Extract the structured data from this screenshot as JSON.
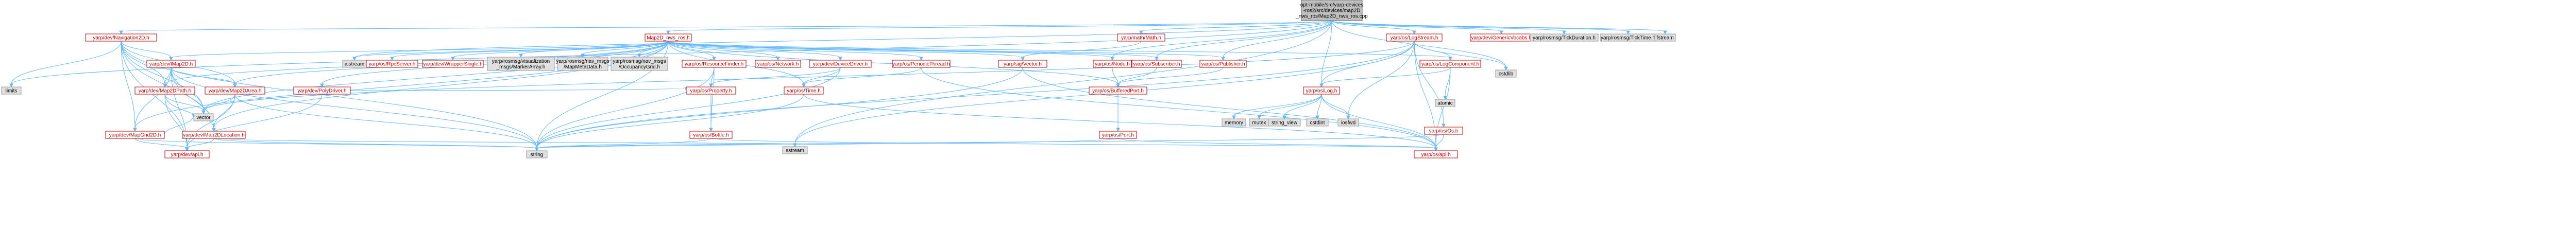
{
  "root": {
    "id": "root",
    "lines": [
      "opt-mobile/src/yarp-devices",
      "-ros2/src/devices/map2D",
      "_nws_ros/Map2D_nws_ros.cpp"
    ]
  },
  "nodes": [
    {
      "id": "limits",
      "label": "limits",
      "kind": "gray"
    },
    {
      "id": "nav2d",
      "label": "yarp/dev/Navigation2D.h",
      "kind": "red"
    },
    {
      "id": "map2dnwsros",
      "label": "Map2D_nws_ros.h",
      "kind": "red"
    },
    {
      "id": "rosmsgvector",
      "label": "yarp/math/Math.h",
      "kind": "red"
    },
    {
      "id": "logstream",
      "label": "yarp/os/LogStream.h",
      "kind": "red"
    },
    {
      "id": "genvocabs",
      "label": "yarp/dev/GenericVocabs.h",
      "kind": "red"
    },
    {
      "id": "cstdlib",
      "label": "cstdlib",
      "kind": "gray"
    },
    {
      "id": "ticktime_dur",
      "label": "yarp/rosmsg/TickDuration.h",
      "kind": "gray"
    },
    {
      "id": "ticktime",
      "label": "yarp/rosmsg/TickTime.h",
      "kind": "gray"
    },
    {
      "id": "fstream",
      "label": "fstream",
      "kind": "gray"
    },
    {
      "id": "imap2d",
      "label": "yarp/dev/IMap2D.h",
      "kind": "red"
    },
    {
      "id": "iostream",
      "label": "iostream",
      "kind": "gray"
    },
    {
      "id": "rpcserver",
      "label": "yarp/os/RpcServer.h",
      "kind": "red"
    },
    {
      "id": "wrappersingle",
      "label": "yarp/dev/WrapperSingle.h",
      "kind": "red"
    },
    {
      "id": "vizmarker",
      "label": [
        "yarp/rosmsg/visualization",
        "_msgs/MarkerArray.h"
      ],
      "kind": "gray"
    },
    {
      "id": "mapmeta",
      "label": [
        "yarp/rosmsg/nav_msgs",
        "/MapMetaData.h"
      ],
      "kind": "gray"
    },
    {
      "id": "occgrid",
      "label": [
        "yarp/rosmsg/nav_msgs",
        "/OccupancyGrid.h"
      ],
      "kind": "gray"
    },
    {
      "id": "resfinder",
      "label": "yarp/os/ResourceFinder.h",
      "kind": "red"
    },
    {
      "id": "network",
      "label": "yarp/os/Network.h",
      "kind": "red"
    },
    {
      "id": "devdriver",
      "label": "yarp/dev/DeviceDriver.h",
      "kind": "red"
    },
    {
      "id": "periodicthread",
      "label": "yarp/os/PeriodicThread.h",
      "kind": "red"
    },
    {
      "id": "sigvector",
      "label": "yarp/sig/Vector.h",
      "kind": "red"
    },
    {
      "id": "osnode",
      "label": "yarp/os/Node.h",
      "kind": "red"
    },
    {
      "id": "subscriber",
      "label": "yarp/os/Subscriber.h",
      "kind": "red"
    },
    {
      "id": "publisher",
      "label": "yarp/os/Publisher.h",
      "kind": "red"
    },
    {
      "id": "logcomponent",
      "label": "yarp/os/LogComponent.h",
      "kind": "red"
    },
    {
      "id": "map2dpath",
      "label": "yarp/dev/Map2DPath.h",
      "kind": "red"
    },
    {
      "id": "map2darea",
      "label": "yarp/dev/Map2DArea.h",
      "kind": "red"
    },
    {
      "id": "polydriver",
      "label": "yarp/dev/PolyDriver.h",
      "kind": "red"
    },
    {
      "id": "property",
      "label": "yarp/os/Property.h",
      "kind": "red"
    },
    {
      "id": "ostime",
      "label": "yarp/os/Time.h",
      "kind": "red"
    },
    {
      "id": "bufferedport",
      "label": "yarp/os/BufferedPort.h",
      "kind": "red"
    },
    {
      "id": "oslog",
      "label": "yarp/os/Log.h",
      "kind": "red"
    },
    {
      "id": "atomic",
      "label": "atomic",
      "kind": "gray"
    },
    {
      "id": "vector",
      "label": "vector",
      "kind": "gray"
    },
    {
      "id": "mapgrid",
      "label": "yarp/dev/MapGrid2D.h",
      "kind": "red"
    },
    {
      "id": "map2dloc",
      "label": "yarp/dev/Map2DLocation.h",
      "kind": "red"
    },
    {
      "id": "bottle",
      "label": "yarp/os/Bottle.h",
      "kind": "red"
    },
    {
      "id": "port",
      "label": "yarp/os/Port.h",
      "kind": "red"
    },
    {
      "id": "memory",
      "label": "memory",
      "kind": "gray"
    },
    {
      "id": "mutex",
      "label": "mutex",
      "kind": "gray"
    },
    {
      "id": "stringview",
      "label": "string_view",
      "kind": "gray"
    },
    {
      "id": "cstdint",
      "label": "cstdint",
      "kind": "gray"
    },
    {
      "id": "iosfwd",
      "label": "iosfwd",
      "kind": "gray"
    },
    {
      "id": "osos",
      "label": "yarp/os/Os.h",
      "kind": "red"
    },
    {
      "id": "devapi",
      "label": "yarp/dev/api.h",
      "kind": "red"
    },
    {
      "id": "string",
      "label": "string",
      "kind": "gray"
    },
    {
      "id": "sstream",
      "label": "sstream",
      "kind": "gray"
    },
    {
      "id": "osapi",
      "label": "yarp/os/api.h",
      "kind": "red"
    }
  ],
  "edges": [
    [
      "root",
      "limits"
    ],
    [
      "root",
      "nav2d"
    ],
    [
      "root",
      "map2dnwsros"
    ],
    [
      "root",
      "rosmsgvector"
    ],
    [
      "root",
      "logstream"
    ],
    [
      "root",
      "genvocabs"
    ],
    [
      "root",
      "cstdlib"
    ],
    [
      "root",
      "ticktime_dur"
    ],
    [
      "root",
      "ticktime"
    ],
    [
      "root",
      "fstream"
    ],
    [
      "root",
      "iostream"
    ],
    [
      "root",
      "sstream"
    ],
    [
      "root",
      "osnode"
    ],
    [
      "root",
      "publisher"
    ],
    [
      "root",
      "subscriber"
    ],
    [
      "root",
      "oslog"
    ],
    [
      "nav2d",
      "limits"
    ],
    [
      "nav2d",
      "imap2d"
    ],
    [
      "nav2d",
      "map2dloc"
    ],
    [
      "nav2d",
      "map2darea"
    ],
    [
      "nav2d",
      "map2dpath"
    ],
    [
      "nav2d",
      "mapgrid"
    ],
    [
      "nav2d",
      "devapi"
    ],
    [
      "nav2d",
      "vector"
    ],
    [
      "nav2d",
      "string"
    ],
    [
      "map2dnwsros",
      "imap2d"
    ],
    [
      "map2dnwsros",
      "iostream"
    ],
    [
      "map2dnwsros",
      "rpcserver"
    ],
    [
      "map2dnwsros",
      "wrappersingle"
    ],
    [
      "map2dnwsros",
      "vizmarker"
    ],
    [
      "map2dnwsros",
      "mapmeta"
    ],
    [
      "map2dnwsros",
      "occgrid"
    ],
    [
      "map2dnwsros",
      "resfinder"
    ],
    [
      "map2dnwsros",
      "network"
    ],
    [
      "map2dnwsros",
      "devdriver"
    ],
    [
      "map2dnwsros",
      "periodicthread"
    ],
    [
      "map2dnwsros",
      "sigvector"
    ],
    [
      "map2dnwsros",
      "osnode"
    ],
    [
      "map2dnwsros",
      "subscriber"
    ],
    [
      "map2dnwsros",
      "publisher"
    ],
    [
      "map2dnwsros",
      "logcomponent"
    ],
    [
      "map2dnwsros",
      "polydriver"
    ],
    [
      "map2dnwsros",
      "bufferedport"
    ],
    [
      "map2dnwsros",
      "ostime"
    ],
    [
      "map2dnwsros",
      "mapgrid"
    ],
    [
      "map2dnwsros",
      "map2dloc"
    ],
    [
      "map2dnwsros",
      "map2darea"
    ],
    [
      "map2dnwsros",
      "map2dpath"
    ],
    [
      "map2dnwsros",
      "vector"
    ],
    [
      "map2dnwsros",
      "string"
    ],
    [
      "rosmsgvector",
      "sigvector"
    ],
    [
      "sigvector",
      "string"
    ],
    [
      "sigvector",
      "osapi"
    ],
    [
      "logstream",
      "oslog"
    ],
    [
      "logstream",
      "logcomponent"
    ],
    [
      "logstream",
      "osos"
    ],
    [
      "logstream",
      "string"
    ],
    [
      "logstream",
      "sstream"
    ],
    [
      "logstream",
      "iosfwd"
    ],
    [
      "logstream",
      "vector"
    ],
    [
      "logstream",
      "osapi"
    ],
    [
      "logstream",
      "cstdlib"
    ],
    [
      "logcomponent",
      "oslog"
    ],
    [
      "logcomponent",
      "atomic"
    ],
    [
      "logcomponent",
      "osapi"
    ],
    [
      "imap2d",
      "map2dloc"
    ],
    [
      "imap2d",
      "map2darea"
    ],
    [
      "imap2d",
      "map2dpath"
    ],
    [
      "imap2d",
      "mapgrid"
    ],
    [
      "imap2d",
      "devapi"
    ],
    [
      "imap2d",
      "vector"
    ],
    [
      "imap2d",
      "string"
    ],
    [
      "map2dpath",
      "map2dloc"
    ],
    [
      "map2dpath",
      "vector"
    ],
    [
      "map2dpath",
      "devapi"
    ],
    [
      "map2darea",
      "map2dloc"
    ],
    [
      "map2darea",
      "vector"
    ],
    [
      "map2darea",
      "devapi"
    ],
    [
      "map2darea",
      "string"
    ],
    [
      "mapgrid",
      "devapi"
    ],
    [
      "mapgrid",
      "string"
    ],
    [
      "mapgrid",
      "vector"
    ],
    [
      "map2dloc",
      "devapi"
    ],
    [
      "map2dloc",
      "string"
    ],
    [
      "map2dloc",
      "sstream"
    ],
    [
      "resfinder",
      "property"
    ],
    [
      "resfinder",
      "bottle"
    ],
    [
      "resfinder",
      "string"
    ],
    [
      "devdriver",
      "property"
    ],
    [
      "devdriver",
      "ostime"
    ],
    [
      "devdriver",
      "string"
    ],
    [
      "polydriver",
      "devapi"
    ],
    [
      "polydriver",
      "property"
    ],
    [
      "property",
      "bottle"
    ],
    [
      "bottle",
      "string"
    ],
    [
      "bottle",
      "osapi"
    ],
    [
      "periodicthread",
      "ostime"
    ],
    [
      "periodicthread",
      "osapi"
    ],
    [
      "ostime",
      "string"
    ],
    [
      "ostime",
      "osapi"
    ],
    [
      "osnode",
      "bufferedport"
    ],
    [
      "subscriber",
      "bufferedport"
    ],
    [
      "publisher",
      "bufferedport"
    ],
    [
      "bufferedport",
      "port"
    ],
    [
      "port",
      "osapi"
    ],
    [
      "port",
      "string"
    ],
    [
      "oslog",
      "memory"
    ],
    [
      "oslog",
      "mutex"
    ],
    [
      "oslog",
      "stringview"
    ],
    [
      "oslog",
      "cstdint"
    ],
    [
      "oslog",
      "iosfwd"
    ],
    [
      "oslog",
      "osapi"
    ],
    [
      "osos",
      "osapi"
    ],
    [
      "osos",
      "string"
    ]
  ]
}
